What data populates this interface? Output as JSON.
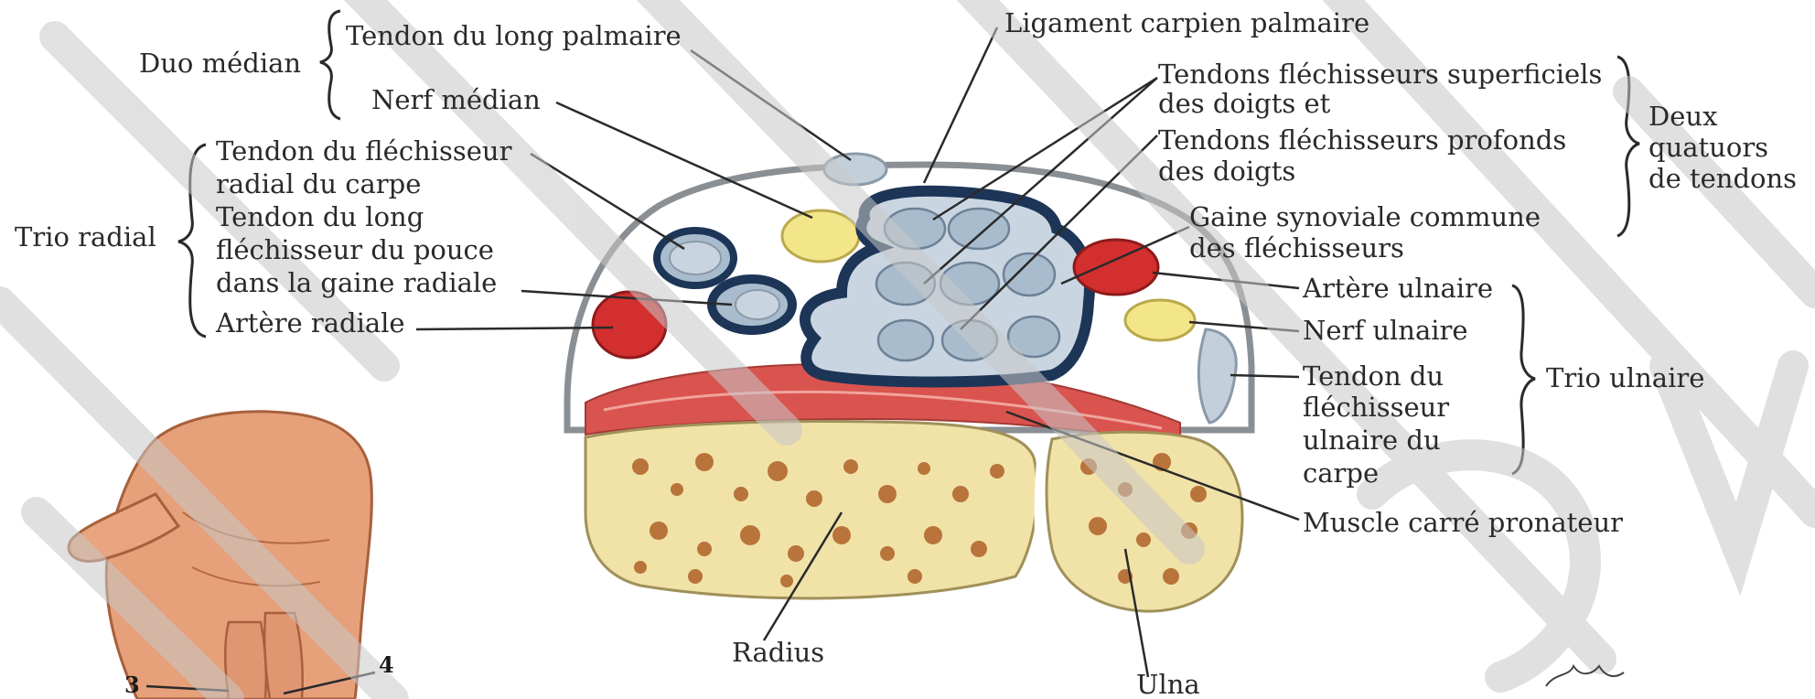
{
  "labels": {
    "duo_median": "Duo médian",
    "tendon_long_palmaire": "Tendon du long palmaire",
    "nerf_median": "Nerf médian",
    "ligament_carpien": "Ligament carpien palmaire",
    "tendons_superficiels_1": "Tendons fléchisseurs superficiels",
    "tendons_superficiels_2": "des doigts et",
    "tendons_profonds_1": "Tendons fléchisseurs profonds",
    "tendons_profonds_2": "des doigts",
    "deux_quatuors_1": "Deux",
    "deux_quatuors_2": "quatuors",
    "deux_quatuors_3": "de tendons",
    "tendon_flechisseur_radial_1": "Tendon du fléchisseur",
    "tendon_flechisseur_radial_2": "radial du carpe",
    "long_flechisseur_pouce_1": "Tendon du long",
    "long_flechisseur_pouce_2": "fléchisseur du pouce",
    "long_flechisseur_pouce_3": "dans la gaine radiale",
    "artere_radiale": "Artère radiale",
    "trio_radial": "Trio radial",
    "gaine_synoviale_1": "Gaine synoviale commune",
    "gaine_synoviale_2": "des fléchisseurs",
    "artere_ulnaire": "Artère ulnaire",
    "nerf_ulnaire": "Nerf ulnaire",
    "tendon_ulnaire_1": "Tendon du",
    "tendon_ulnaire_2": "fléchisseur",
    "tendon_ulnaire_3": "ulnaire du",
    "tendon_ulnaire_4": "carpe",
    "trio_ulnaire": "Trio ulnaire",
    "muscle_carre": "Muscle carré pronateur",
    "radius": "Radius",
    "ulna": "Ulna",
    "num_3": "3",
    "num_4": "4"
  },
  "colors": {
    "text": "#2a2a2a",
    "sheath": "#1d3557",
    "tendon": "#a9bccd",
    "nerve": "#f3e58a",
    "artery": "#d32f2f",
    "muscle": "#d9534f",
    "bone": "#f1e2a8",
    "bone_spot": "#b8743a",
    "skin": "#e59a72",
    "watermark": "#c8c8c8"
  }
}
